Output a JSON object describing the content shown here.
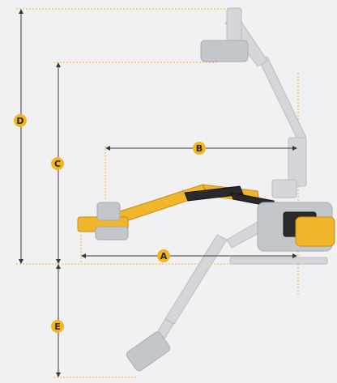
{
  "accent_color": "#f2b51f",
  "dimensions": [
    {
      "id": "A",
      "label": "A"
    },
    {
      "id": "B",
      "label": "B"
    },
    {
      "id": "C",
      "label": "C"
    },
    {
      "id": "D",
      "label": "D"
    },
    {
      "id": "E",
      "label": "E"
    }
  ]
}
